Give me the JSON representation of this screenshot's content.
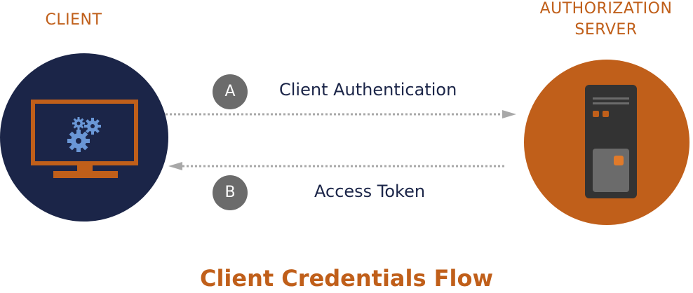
{
  "client": {
    "label": "CLIENT",
    "circle_color": "#1b2548",
    "monitor_color": "#c05f1a",
    "gear_color": "#6a97d6",
    "icon": "monitor-gears-icon"
  },
  "authorization_server": {
    "label_line1": "AUTHORIZATION",
    "label_line2": "SERVER",
    "circle_color": "#c05f1a",
    "server_color": "#333333",
    "icon": "server-tower-icon"
  },
  "steps": [
    {
      "badge": "A",
      "text": "Client Authentication",
      "direction": "client-to-server"
    },
    {
      "badge": "B",
      "text": "Access Token",
      "direction": "server-to-client"
    }
  ],
  "title": "Client Credentials Flow",
  "colors": {
    "accent": "#c05f1a",
    "navy": "#1b2548",
    "badge": "#6b6b6b",
    "arrow": "#a8a8a8"
  }
}
